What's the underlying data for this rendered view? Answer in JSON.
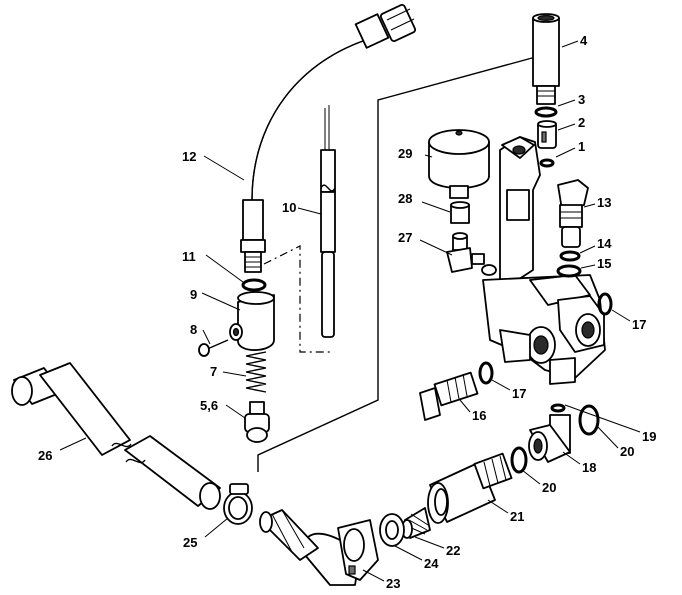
{
  "diagram": {
    "labels": [
      {
        "id": "4",
        "text": "4"
      },
      {
        "id": "3",
        "text": "3"
      },
      {
        "id": "2",
        "text": "2"
      },
      {
        "id": "1",
        "text": "1"
      },
      {
        "id": "29",
        "text": "29"
      },
      {
        "id": "28",
        "text": "28"
      },
      {
        "id": "13",
        "text": "13"
      },
      {
        "id": "27",
        "text": "27"
      },
      {
        "id": "14",
        "text": "14"
      },
      {
        "id": "15",
        "text": "15"
      },
      {
        "id": "17a",
        "text": "17"
      },
      {
        "id": "17b",
        "text": "17"
      },
      {
        "id": "16",
        "text": "16"
      },
      {
        "id": "19",
        "text": "19"
      },
      {
        "id": "20a",
        "text": "20"
      },
      {
        "id": "18",
        "text": "18"
      },
      {
        "id": "20b",
        "text": "20"
      },
      {
        "id": "21",
        "text": "21"
      },
      {
        "id": "22",
        "text": "22"
      },
      {
        "id": "24",
        "text": "24"
      },
      {
        "id": "23",
        "text": "23"
      },
      {
        "id": "25",
        "text": "25"
      },
      {
        "id": "26",
        "text": "26"
      },
      {
        "id": "12",
        "text": "12"
      },
      {
        "id": "11",
        "text": "11"
      },
      {
        "id": "10",
        "text": "10"
      },
      {
        "id": "9",
        "text": "9"
      },
      {
        "id": "8",
        "text": "8"
      },
      {
        "id": "7",
        "text": "7"
      },
      {
        "id": "56",
        "text": "5,6"
      }
    ]
  }
}
